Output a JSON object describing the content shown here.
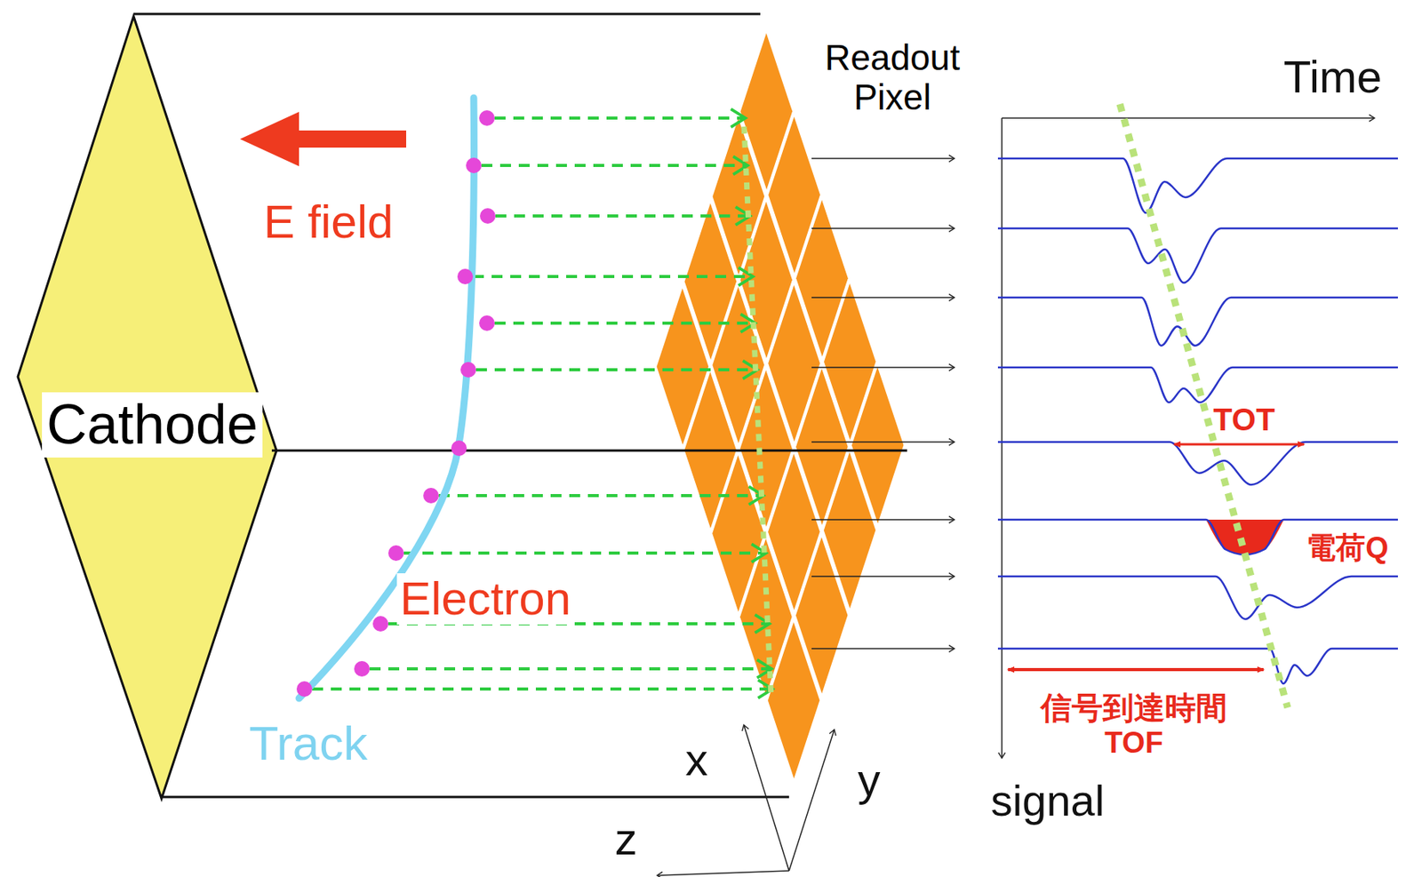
{
  "diagram": {
    "nodes": [
      {
        "text": [
          "Cathode"
        ]
      },
      {
        "text": [
          "Readout Pixel"
        ]
      }
    ],
    "labels": [
      "E field",
      "Electron",
      "Track",
      "x",
      "y",
      "z",
      "Time",
      "signal",
      "TOT",
      "電荷Q",
      "信号到達時間",
      "TOF"
    ]
  }
}
